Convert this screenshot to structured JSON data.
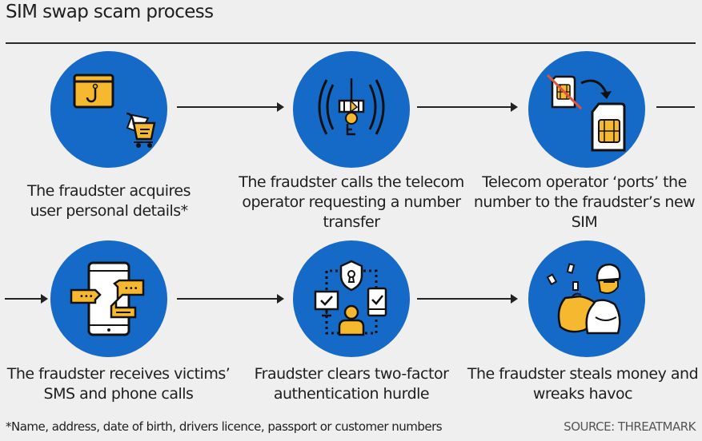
{
  "header": {
    "title": "SIM swap scam process"
  },
  "steps": [
    {
      "icon": "phishing-hook-cart-icon",
      "caption": "The fraudster acquires user personal details*"
    },
    {
      "icon": "cell-tower-icon",
      "caption": "The fraudster calls the telecom operator requesting a number transfer"
    },
    {
      "icon": "sim-swap-icon",
      "caption": "Telecom operator ‘ports’ the number to the fraudster’s new SIM"
    },
    {
      "icon": "phone-messages-icon",
      "caption": "The fraudster receives victims’ SMS and phone calls"
    },
    {
      "icon": "two-factor-auth-icon",
      "caption": "Fraudster clears two-factor authentication hurdle"
    },
    {
      "icon": "thief-money-bag-icon",
      "caption": "The fraudster steals money and wreaks havoc"
    }
  ],
  "footer": {
    "footnote": "*Name, address, date of birth, drivers licence, passport or customer numbers",
    "source": "SOURCE: THREATMARK"
  },
  "colors": {
    "circle": "#1569c7",
    "accent": "#f5b82e",
    "background": "#efefef",
    "strike": "#e0533c"
  }
}
